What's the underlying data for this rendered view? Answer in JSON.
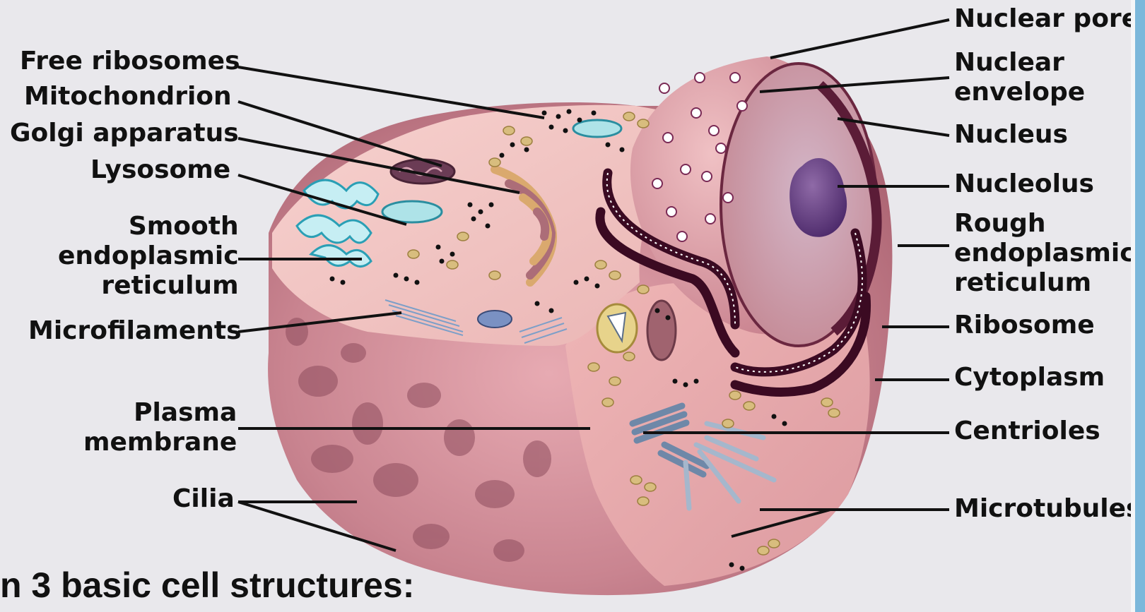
{
  "labels_left": [
    {
      "id": "free-ribosomes",
      "text": "Free ribosomes"
    },
    {
      "id": "mitochondrion",
      "text": "Mitochondrion"
    },
    {
      "id": "golgi-apparatus",
      "text": "Golgi apparatus"
    },
    {
      "id": "lysosome",
      "text": "Lysosome"
    },
    {
      "id": "smooth-er",
      "text": "Smooth\nendoplasmic\nreticulum"
    },
    {
      "id": "microfilaments",
      "text": "Microfilaments"
    },
    {
      "id": "plasma-membrane",
      "text": "Plasma\nmembrane"
    },
    {
      "id": "cilia",
      "text": "Cilia"
    }
  ],
  "labels_right": [
    {
      "id": "nuclear-pore",
      "text": "Nuclear pore"
    },
    {
      "id": "nuclear-envelope",
      "text": "Nuclear\nenvelope"
    },
    {
      "id": "nucleus",
      "text": "Nucleus"
    },
    {
      "id": "nucleolus",
      "text": "Nucleolus"
    },
    {
      "id": "rough-er",
      "text": "Rough\nendoplasmic\nreticulum"
    },
    {
      "id": "ribosome",
      "text": "Ribosome"
    },
    {
      "id": "cytoplasm",
      "text": "Cytoplasm"
    },
    {
      "id": "centrioles",
      "text": "Centrioles"
    },
    {
      "id": "microtubules",
      "text": "Microtubules"
    }
  ],
  "caption": "n 3 basic cell structures:",
  "colors": {
    "background": "#e9e8ec",
    "cell_surface": "#c98a96",
    "cytoplasm_top": "#f0c1bf",
    "nucleus": "#d58f9a",
    "rough_er": "#3b0a22",
    "organelle_tan": "#d8bd7e",
    "smooth_er": "#bfe8ee",
    "edge_bar": "#7bb8db"
  }
}
